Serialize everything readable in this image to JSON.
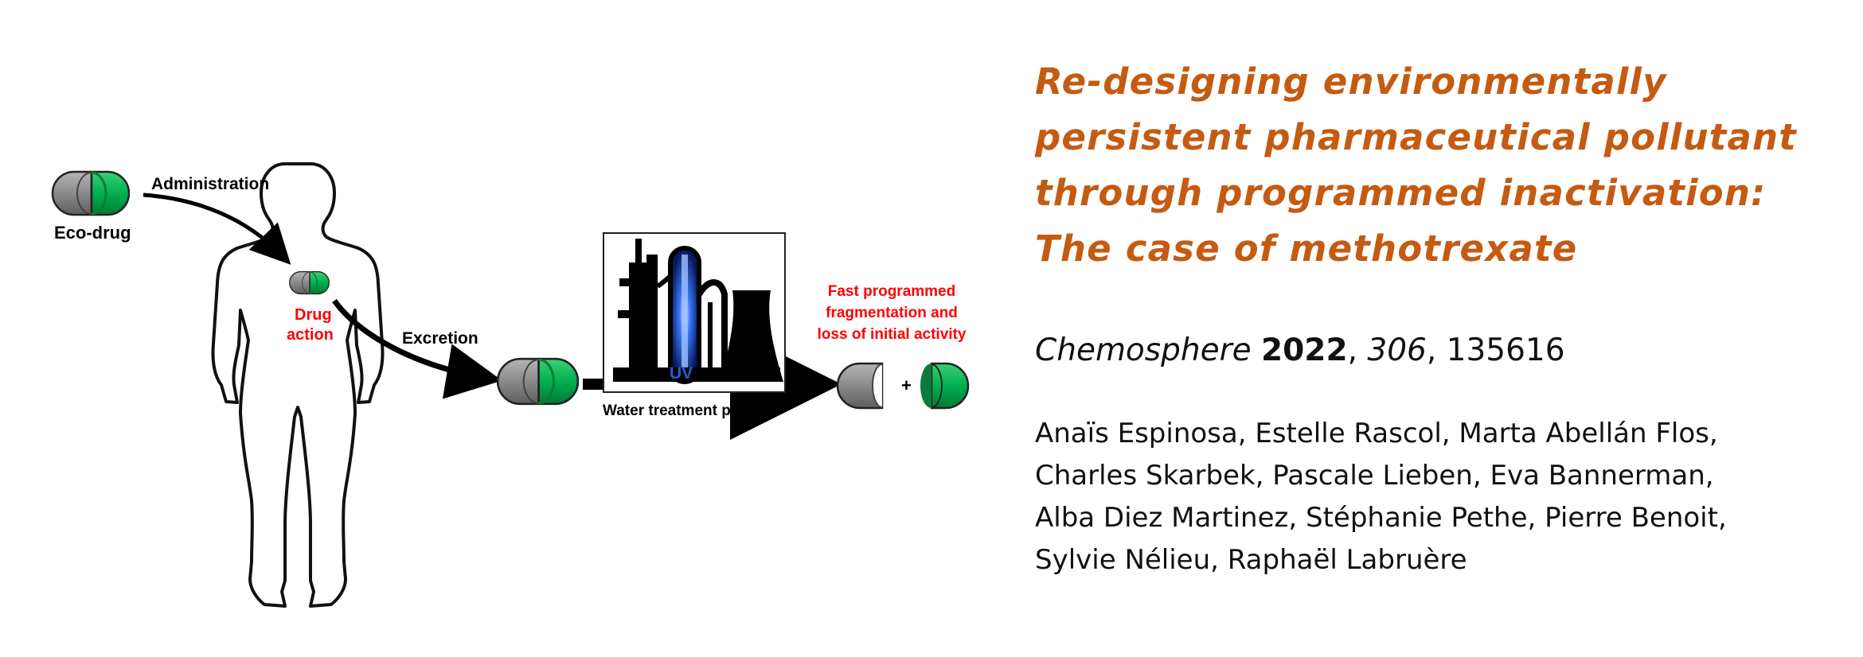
{
  "figure": {
    "labels": {
      "eco_drug": "Eco-drug",
      "administration": "Administration",
      "drug_action": [
        "Drug",
        "action"
      ],
      "excretion": "Excretion",
      "uv": "UV",
      "water_treatment_plant": "Water treatment plant",
      "fast_fragmentation": [
        "Fast programmed",
        "fragmentation and",
        "loss of initial activity"
      ],
      "plus": "+"
    },
    "colors": {
      "capsule_grey": "#8c8c8c",
      "capsule_green": "#00b050",
      "red_text": "#ff0000",
      "uv_blue": "#1f5fd8"
    }
  },
  "title": {
    "lines": [
      "Re-designing environmentally",
      "persistent pharmaceutical pollutant",
      "through programmed inactivation:",
      "The case of methotrexate"
    ],
    "color": "#C55A11"
  },
  "citation": {
    "journal": "Chemosphere",
    "year": "2022",
    "volume": "306",
    "article": "135616"
  },
  "authors": {
    "lines": [
      "Anaïs Espinosa, Estelle Rascol, Marta Abellán Flos,",
      "Charles Skarbek, Pascale Lieben, Eva Bannerman,",
      "Alba Diez Martinez, Stéphanie Pethe, Pierre Benoit,",
      "Sylvie Nélieu, Raphaël Labruère"
    ]
  }
}
